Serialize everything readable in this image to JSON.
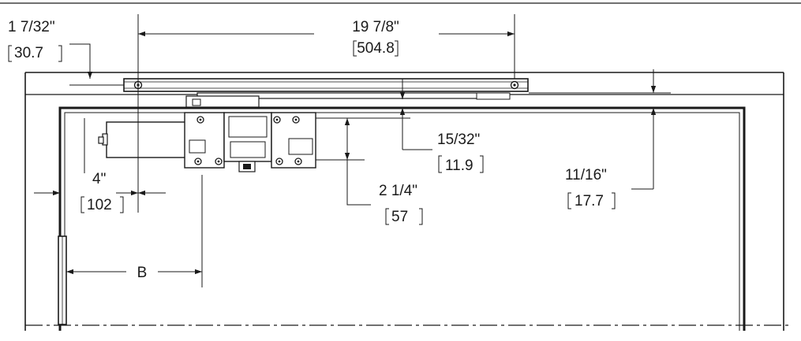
{
  "drawing": {
    "dim_width": {
      "imperial": "19 7/8\"",
      "metric": "504.8"
    },
    "dim_top": {
      "imperial": "1 7/32\"",
      "metric": "30.7"
    },
    "dim_left": {
      "imperial": "4\"",
      "metric": "102"
    },
    "dim_small": {
      "imperial": "15/32\"",
      "metric": "11.9"
    },
    "dim_height": {
      "imperial": "2 1/4\"",
      "metric": "57"
    },
    "dim_right": {
      "imperial": "11/16\"",
      "metric": "17.7"
    },
    "dim_b": {
      "label": "B"
    }
  }
}
